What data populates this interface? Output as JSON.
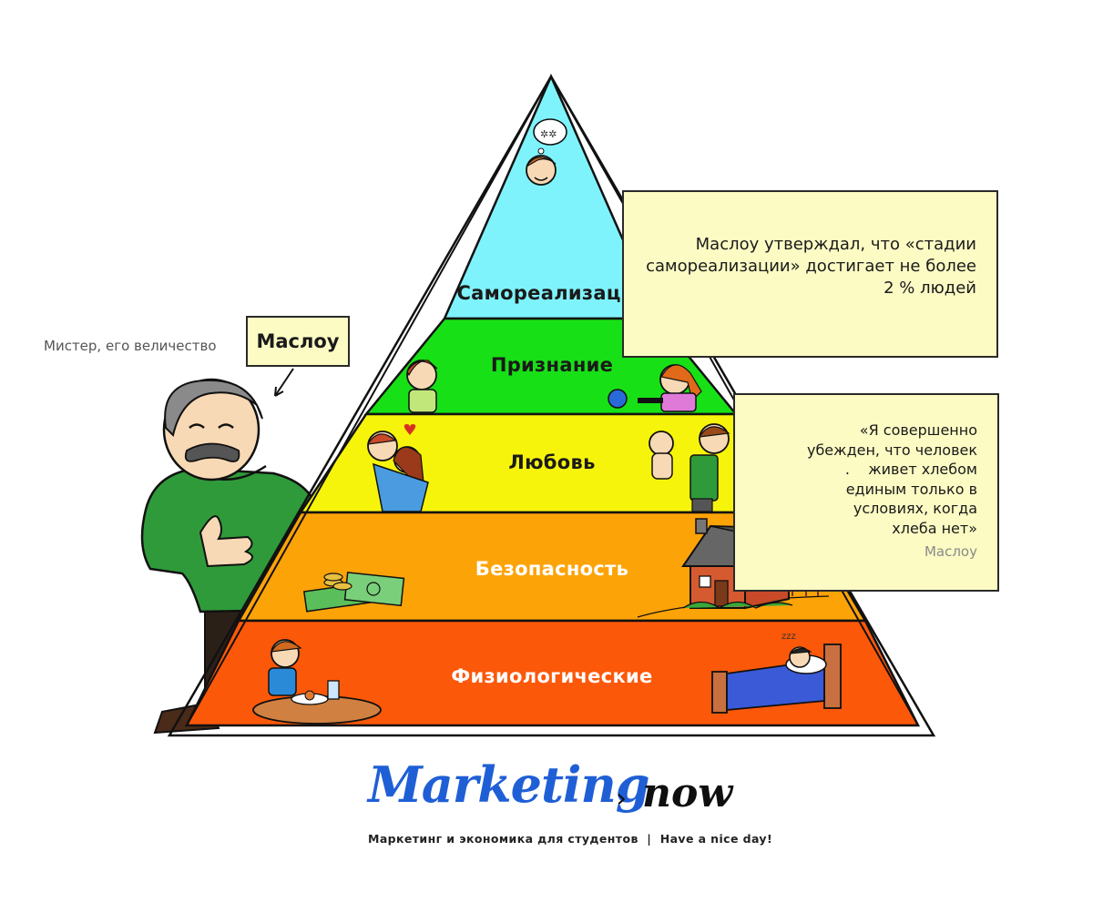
{
  "diagram": {
    "levels": [
      {
        "label": "Самореализация",
        "color": "#7ff3fb"
      },
      {
        "label": "Признание",
        "color": "#18e016"
      },
      {
        "label": "Любовь",
        "color": "#f7f40b"
      },
      {
        "label": "Безопасность",
        "color": "#fca308"
      },
      {
        "label": "Физиологические",
        "color": "#fc580a"
      }
    ]
  },
  "notes": {
    "top": "Маслоу утверждал, что «стадии самореализации» достигает не более 2 % людей",
    "bottom_lines": [
      "«Я совершенно",
      "убежден, что человек",
      ".    живет хлебом",
      "единым только в",
      "условиях, когда",
      "хлеба нет»"
    ],
    "bottom_author": "Маслоу"
  },
  "character": {
    "title": "Мистер, его величество",
    "name": "Маслоу"
  },
  "brand": {
    "main": "Marketing",
    "separator": "›",
    "now": "now",
    "tagline": "Маркетинг и экономика для студентов  |  Have a nice day!"
  },
  "colors": {
    "note_bg": "#fcfbc4",
    "brand_blue": "#1f5fd6",
    "outline": "#1a1a1a"
  }
}
